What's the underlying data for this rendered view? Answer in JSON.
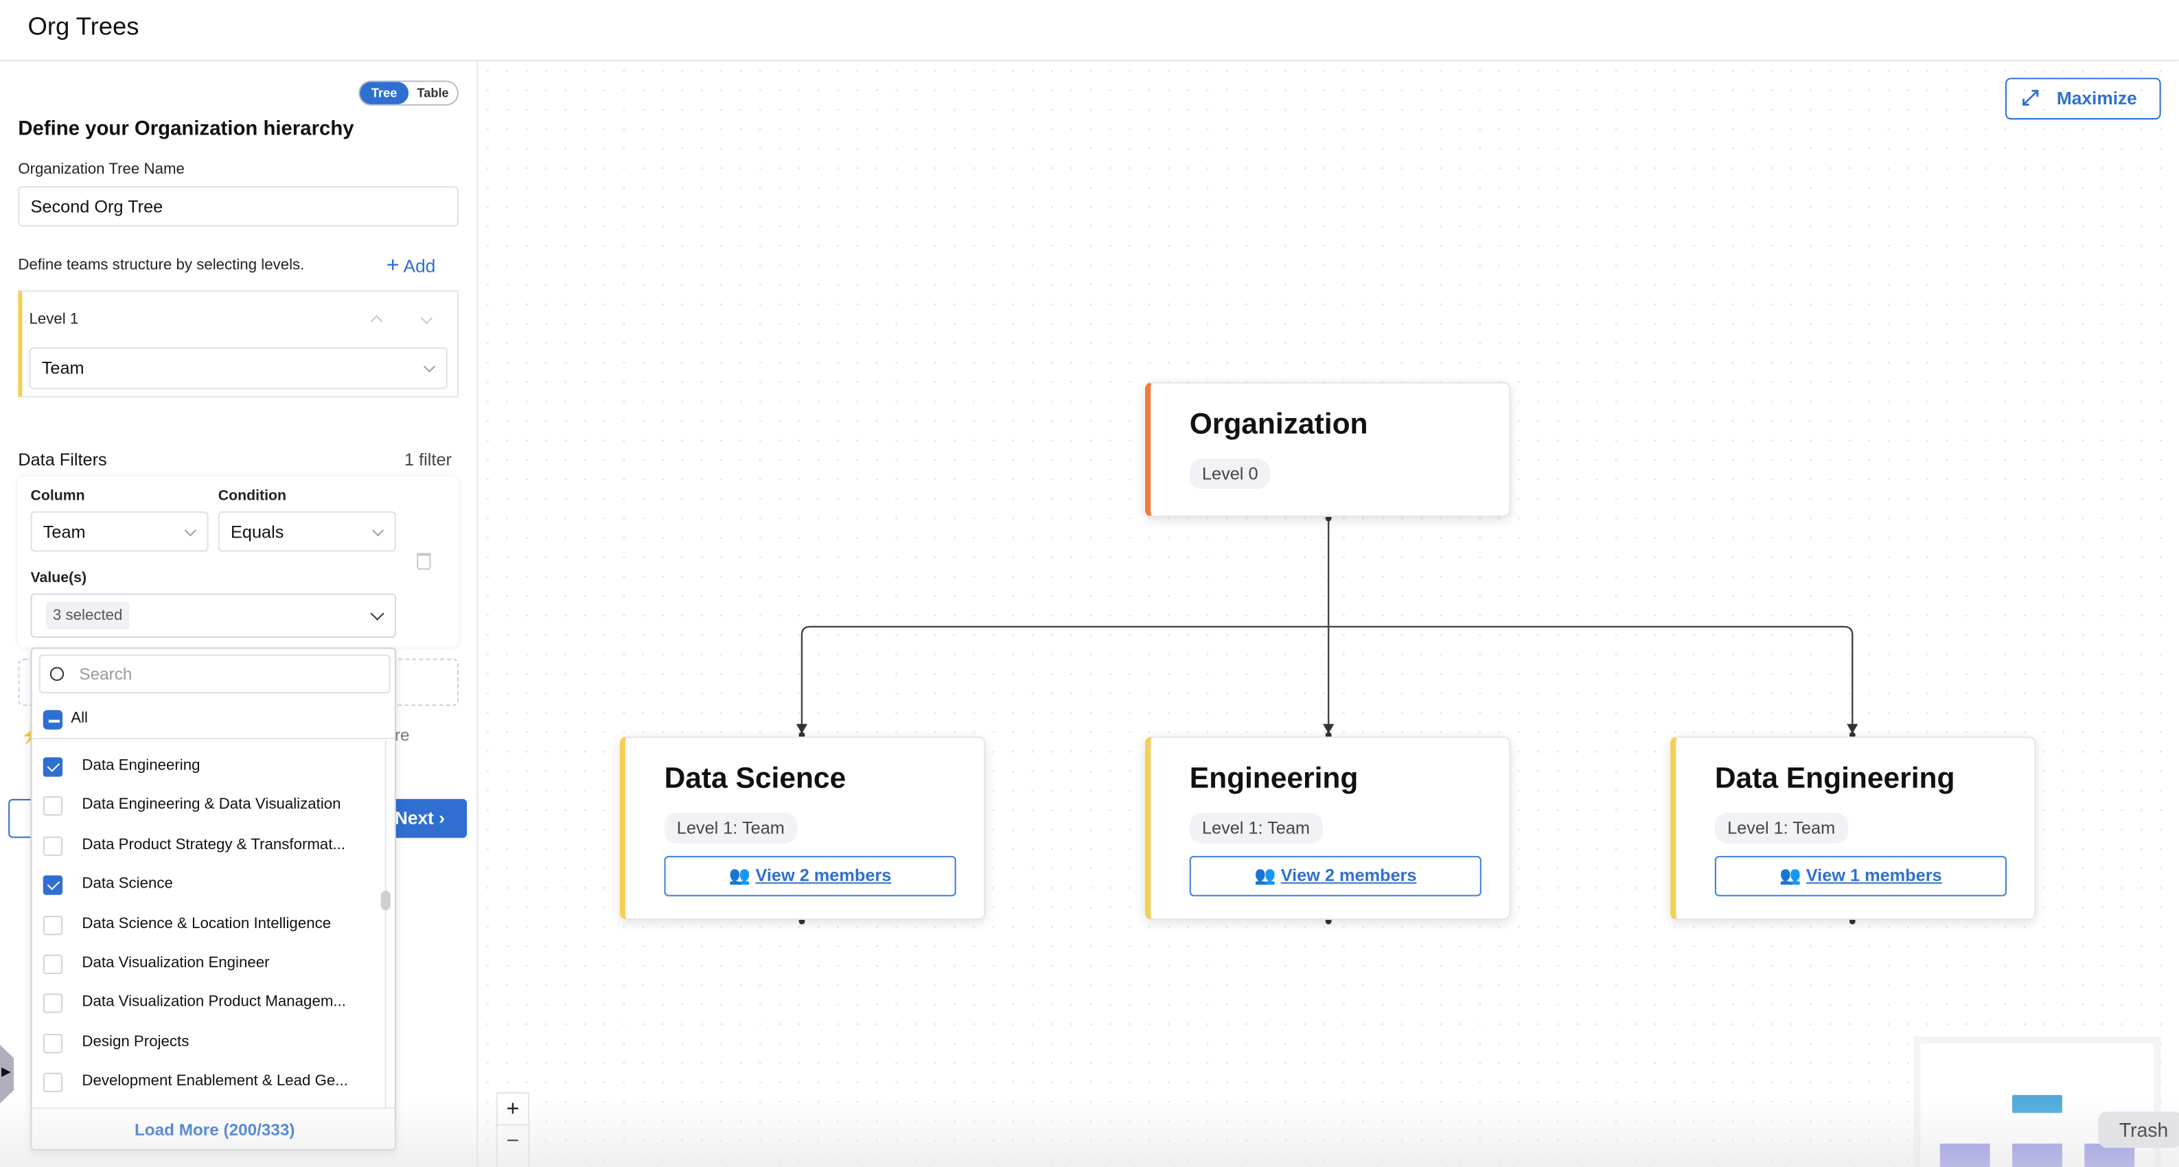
{
  "header": {
    "title": "Org Trees"
  },
  "left_panel": {
    "view_toggle": {
      "options": [
        "Tree",
        "Table"
      ],
      "selected": "Tree"
    },
    "heading": "Define your Organization hierarchy",
    "tree_name_label": "Organization Tree Name",
    "tree_name_value": "Second Org Tree",
    "levels_hint": "Define teams structure by selecting levels.",
    "add_label": "Add",
    "levels": [
      {
        "label": "Level 1",
        "value": "Team"
      }
    ],
    "filters": {
      "title": "Data Filters",
      "count": "1 filter",
      "column_label": "Column",
      "column_value": "Team",
      "condition_label": "Condition",
      "condition_value": "Equals",
      "values_label": "Value(s)",
      "values_chip": "3 selected"
    },
    "partial_text": "re",
    "next_label": "Next",
    "dropdown": {
      "search_placeholder": "Search",
      "all_label": "All",
      "items": [
        {
          "label": "Data Engineering",
          "checked": true
        },
        {
          "label": "Data Engineering & Data Visualization",
          "checked": false
        },
        {
          "label": "Data Product Strategy & Transformat...",
          "checked": false
        },
        {
          "label": "Data Science",
          "checked": true
        },
        {
          "label": "Data Science & Location Intelligence",
          "checked": false
        },
        {
          "label": "Data Visualization Engineer",
          "checked": false
        },
        {
          "label": "Data Visualization Product Managem...",
          "checked": false
        },
        {
          "label": "Design Projects",
          "checked": false
        },
        {
          "label": "Development Enablement & Lead Ge...",
          "checked": false
        }
      ],
      "load_more": "Load More (200/333)"
    }
  },
  "canvas": {
    "maximize_label": "Maximize",
    "root": {
      "title": "Organization",
      "level": "Level 0",
      "accent": "#f07a3a"
    },
    "children": [
      {
        "title": "Data Science",
        "level": "Level 1: Team",
        "members": "View 2 members"
      },
      {
        "title": "Engineering",
        "level": "Level 1: Team",
        "members": "View 2 members"
      },
      {
        "title": "Data Engineering",
        "level": "Level 1: Team",
        "members": "View 1 members"
      }
    ],
    "child_accent": "#f5cf55",
    "zoom_in": "+",
    "zoom_out": "−"
  },
  "tooltip": "Trash",
  "colors": {
    "primary": "#2f6fd1",
    "minimap_root": "#4eaadd",
    "minimap_child": "#9494e6"
  }
}
